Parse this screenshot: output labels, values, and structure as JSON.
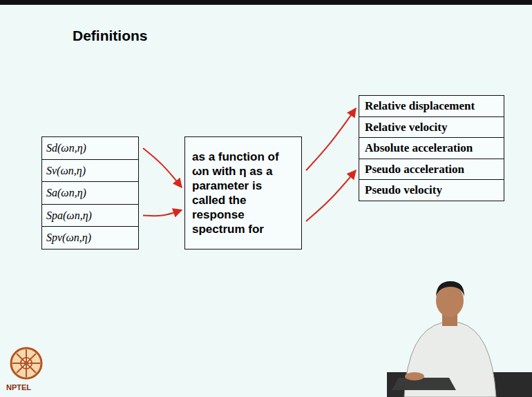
{
  "diagram": {
    "title": "Definitions",
    "nodes": [
      {
        "text": [
          "Sd(ωn,η)"
        ]
      },
      {
        "text": [
          "Sv(ωn,η)"
        ]
      },
      {
        "text": [
          "Sa(ωn,η)"
        ]
      },
      {
        "text": [
          "Spa(ωn,η)"
        ]
      },
      {
        "text": [
          "Spv(ωn,η)"
        ]
      },
      {
        "text": [
          "as a function of ωn with η as a parameter is called the response spectrum for"
        ]
      },
      {
        "text": [
          "Relative displacement"
        ]
      },
      {
        "text": [
          "Relative velocity"
        ]
      },
      {
        "text": [
          "Absolute acceleration"
        ]
      },
      {
        "text": [
          "Pseudo acceleration"
        ]
      },
      {
        "text": [
          "Pseudo velocity"
        ]
      }
    ],
    "edges": [
      {
        "from": 0,
        "to": 5,
        "arrow": "to"
      },
      {
        "from": 3,
        "to": 5,
        "arrow": "to"
      },
      {
        "from": 5,
        "to": 6,
        "arrow": "to"
      },
      {
        "from": 5,
        "to": 9,
        "arrow": "to"
      }
    ],
    "labels": [
      "NPTEL"
    ]
  }
}
